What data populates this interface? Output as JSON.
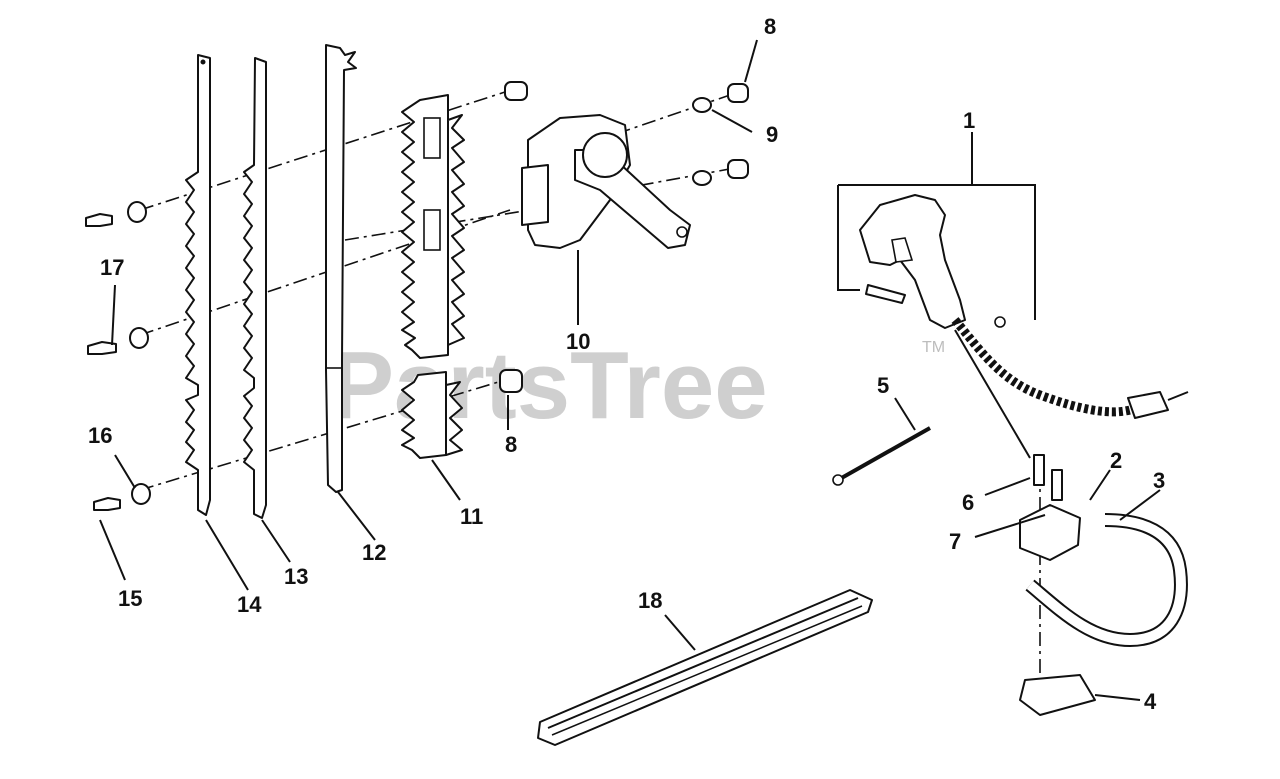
{
  "watermark": {
    "text": "PartsTree",
    "trademark": "TM"
  },
  "callouts": {
    "c1": "1",
    "c2": "2",
    "c3": "3",
    "c4": "4",
    "c5": "5",
    "c6": "6",
    "c7": "7",
    "c8a": "8",
    "c8b": "8",
    "c9": "9",
    "c10": "10",
    "c11": "11",
    "c12": "12",
    "c13": "13",
    "c14": "14",
    "c15": "15",
    "c16": "16",
    "c17": "17",
    "c18": "18"
  },
  "colors": {
    "ink": "#111111",
    "paper": "#ffffff",
    "watermark": "#cfcfcf"
  }
}
